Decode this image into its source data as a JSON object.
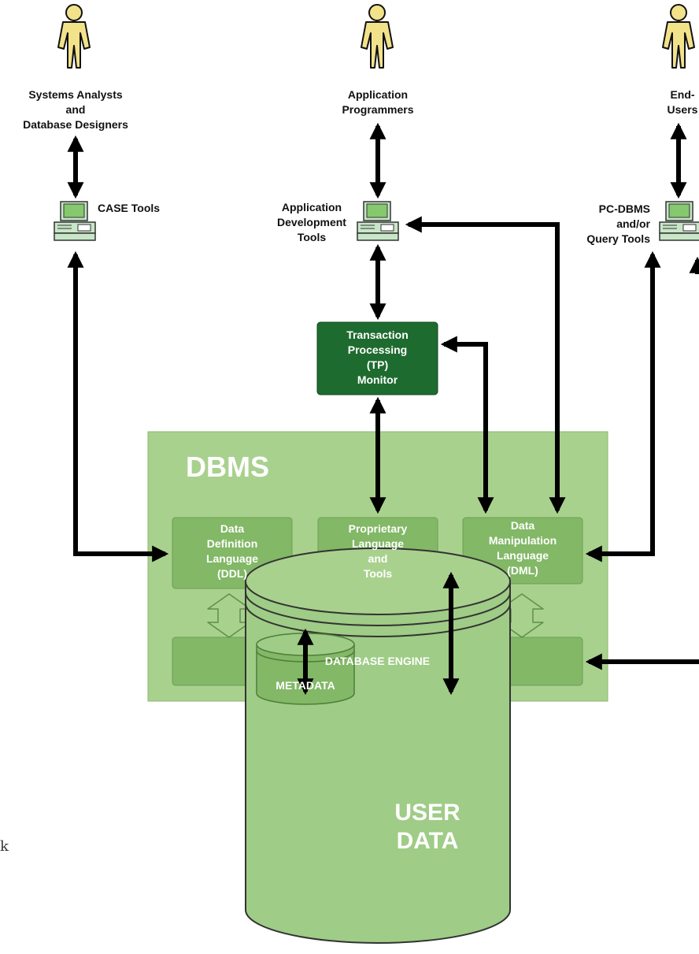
{
  "actors": {
    "analysts": "Systems Analysts\nand\nDatabase Designers",
    "programmers": "Application\nProgrammers",
    "end_users": "End-\nUsers"
  },
  "tools": {
    "case": "CASE Tools",
    "app_dev": "Application\nDevelopment\nTools",
    "pc_dbms": "PC-DBMS\nand/or\nQuery Tools"
  },
  "tp_monitor": "Transaction\nProcessing\n(TP)\nMonitor",
  "dbms": {
    "title": "DBMS",
    "ddl": "Data\nDefinition\nLanguage\n(DDL)",
    "proprietary": "Proprietary\nLanguage\nand\nTools",
    "dml": "Data\nManipulation\nLanguage\n(DML)",
    "engine": "DATABASE ENGINE"
  },
  "storage": {
    "user_data": "USER\nDATA",
    "metadata": "METADATA"
  },
  "stray_char": "k",
  "colors": {
    "actor_fill": "#f2e28a",
    "dbms_bg": "#a9d18e",
    "inner_box": "#82b866",
    "tp_box": "#1e6b2f",
    "cylinder": "#9fcc86",
    "arrow": "#000000"
  }
}
